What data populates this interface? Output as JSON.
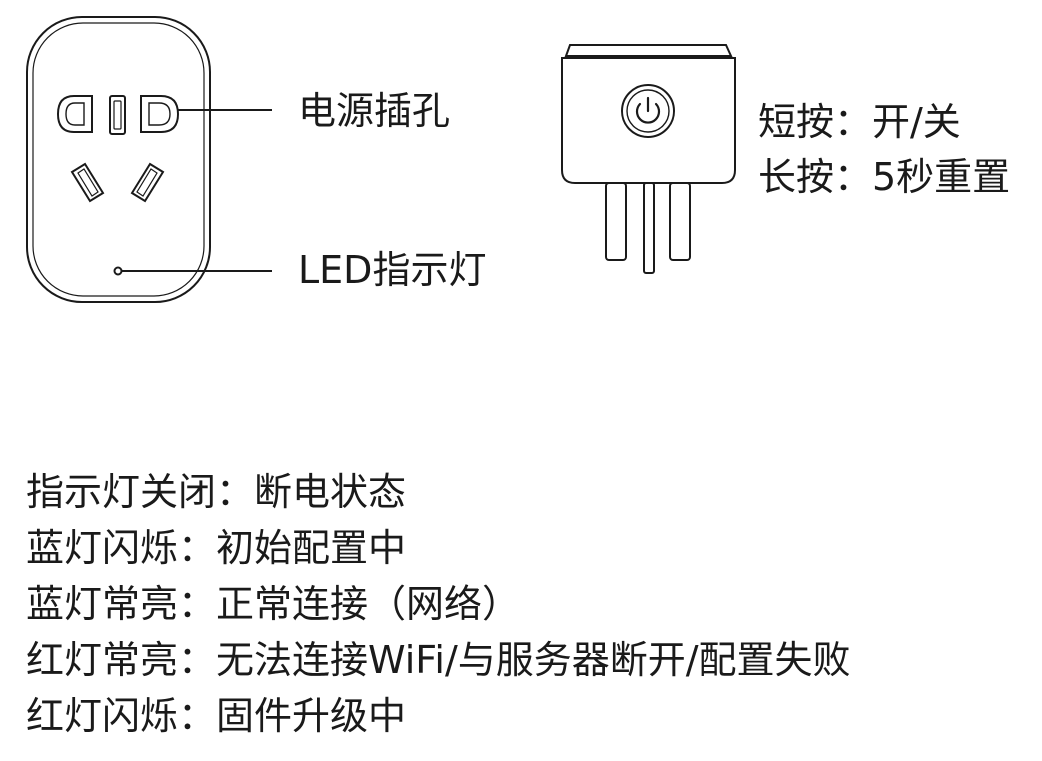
{
  "front_view": {
    "socket_label": "电源插孔",
    "led_label": "LED指示灯"
  },
  "side_view": {
    "short_press": "短按：开/关",
    "long_press": "长按：5秒重置"
  },
  "status_list": [
    "指示灯关闭：断电状态",
    "蓝灯闪烁：初始配置中",
    "蓝灯常亮：正常连接（网络）",
    "红灯常亮：无法连接WiFi/与服务器断开/配置失败",
    "红灯闪烁：固件升级中"
  ],
  "colors": {
    "line": "#1a1a1a",
    "background": "#ffffff"
  }
}
